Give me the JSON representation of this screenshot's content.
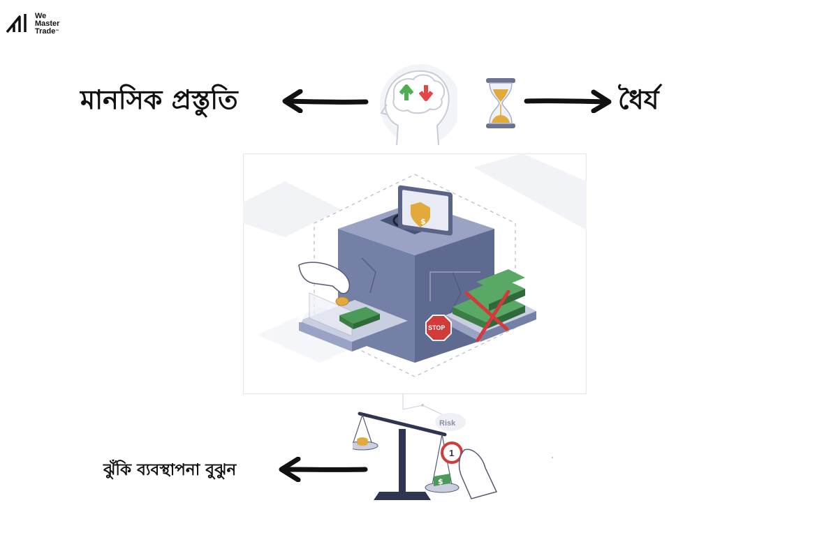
{
  "brand": {
    "line1": "We",
    "line2": "Master",
    "line3": "Trade",
    "tm": "™"
  },
  "labels": {
    "mental_prep": "মানসিক প্রস্তুতি",
    "patience": "ধৈর্য",
    "risk_management": "ঝুঁকি ব্যবস্থাপনা বুঝুন"
  },
  "illustration": {
    "stop_sign": "STOP",
    "scale_badge": "1",
    "risk_tag": "Risk",
    "dollar": "$"
  },
  "colors": {
    "text": "#111111",
    "cube": "#7b86ad",
    "cash_green": "#4c9a5a",
    "stop_red": "#d23b3b",
    "arrow_up": "#4caf50",
    "arrow_down": "#e04848",
    "coin": "#e2a93b"
  }
}
